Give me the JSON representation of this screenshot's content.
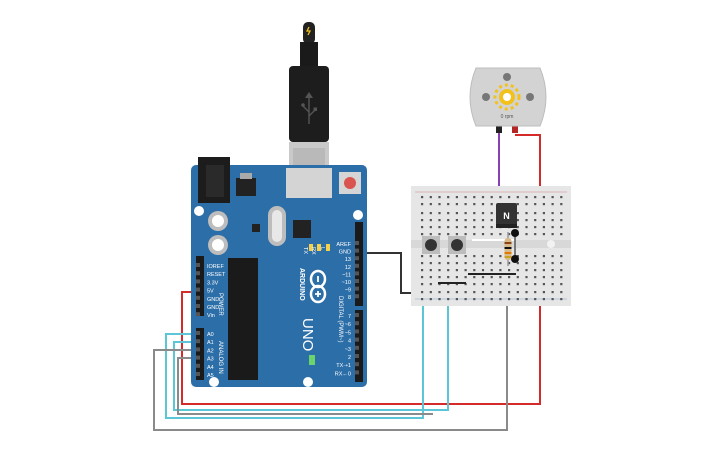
{
  "arduino": {
    "brand": "ARDUINO",
    "model": "UNO",
    "section_power": "POWER",
    "section_analog": "ANALOG IN",
    "section_digital": "DIGITAL (PWM~)",
    "led_labels": [
      "TX",
      "RX",
      "L"
    ],
    "power_pins": [
      "IOREF",
      "RESET",
      "3.3V",
      "5V",
      "GND",
      "GND",
      "Vin"
    ],
    "analog_pins": [
      "A0",
      "A1",
      "A2",
      "A3",
      "A4",
      "A5"
    ],
    "digital_pins_top": [
      "AREF",
      "GND",
      "13",
      "12",
      "~11",
      "~10",
      "~9",
      "8"
    ],
    "digital_pins_bottom": [
      "7",
      "~6",
      "~5",
      "4",
      "~3",
      "2",
      "TX➝1",
      "RX←0"
    ]
  },
  "motor": {
    "label": "0 rpm"
  },
  "transistor": {
    "label": "N"
  },
  "colors": {
    "board": "#2c6ea8",
    "wire_red": "#d42a2a",
    "wire_black": "#333333",
    "wire_cyan": "#5bc6d6",
    "wire_gray": "#8a8a8a",
    "wire_purple": "#8a3fb8",
    "breadboard": "#e6e6e6"
  }
}
